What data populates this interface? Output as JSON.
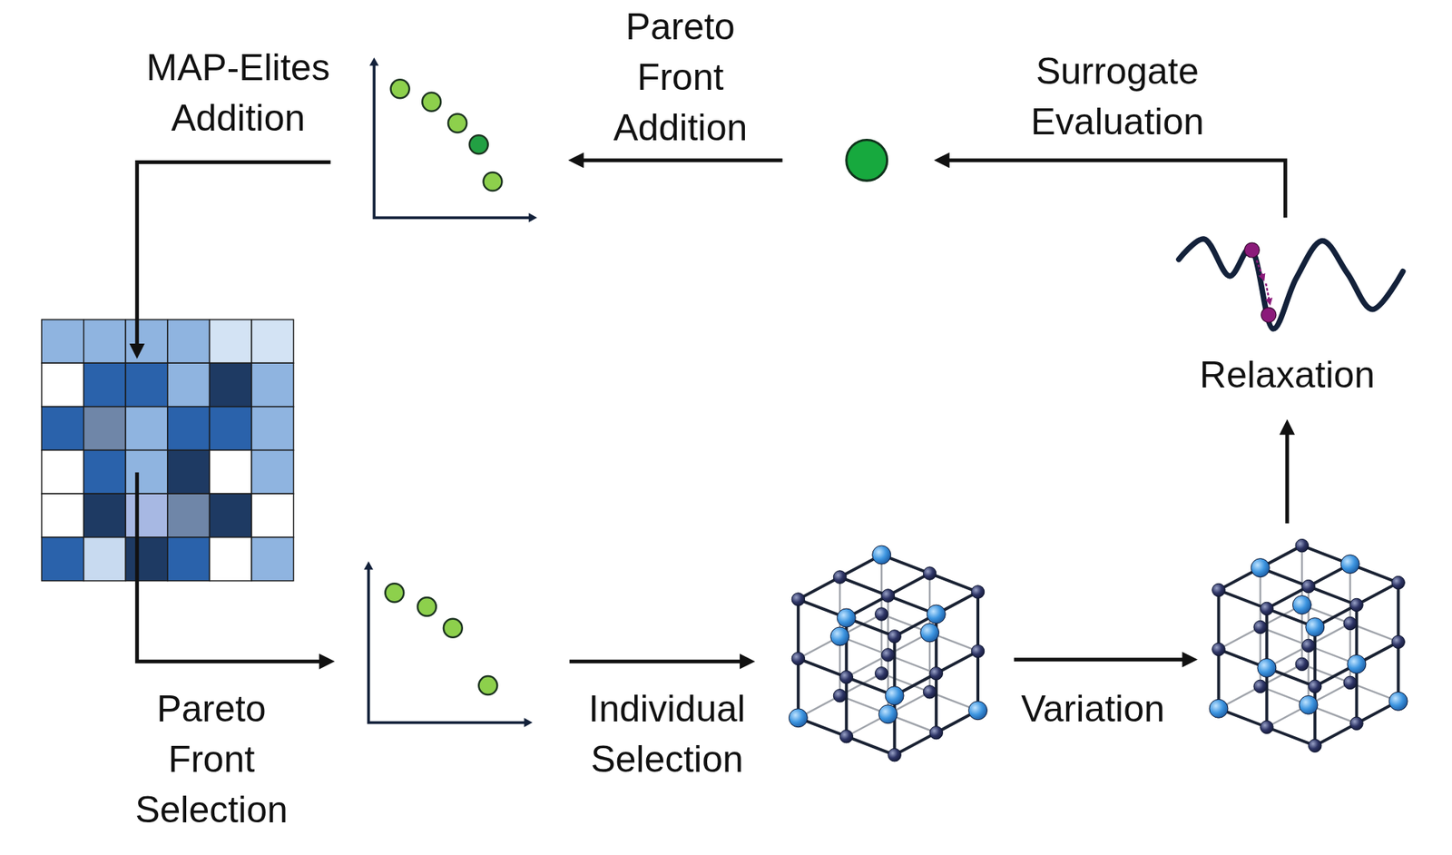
{
  "diagram": {
    "labels": [
      "MAP-Elites Addition",
      "Pareto Front Addition",
      "Surrogate Evaluation",
      "Relaxation",
      "Pareto Front Selection",
      "Individual Selection",
      "Variation"
    ]
  }
}
